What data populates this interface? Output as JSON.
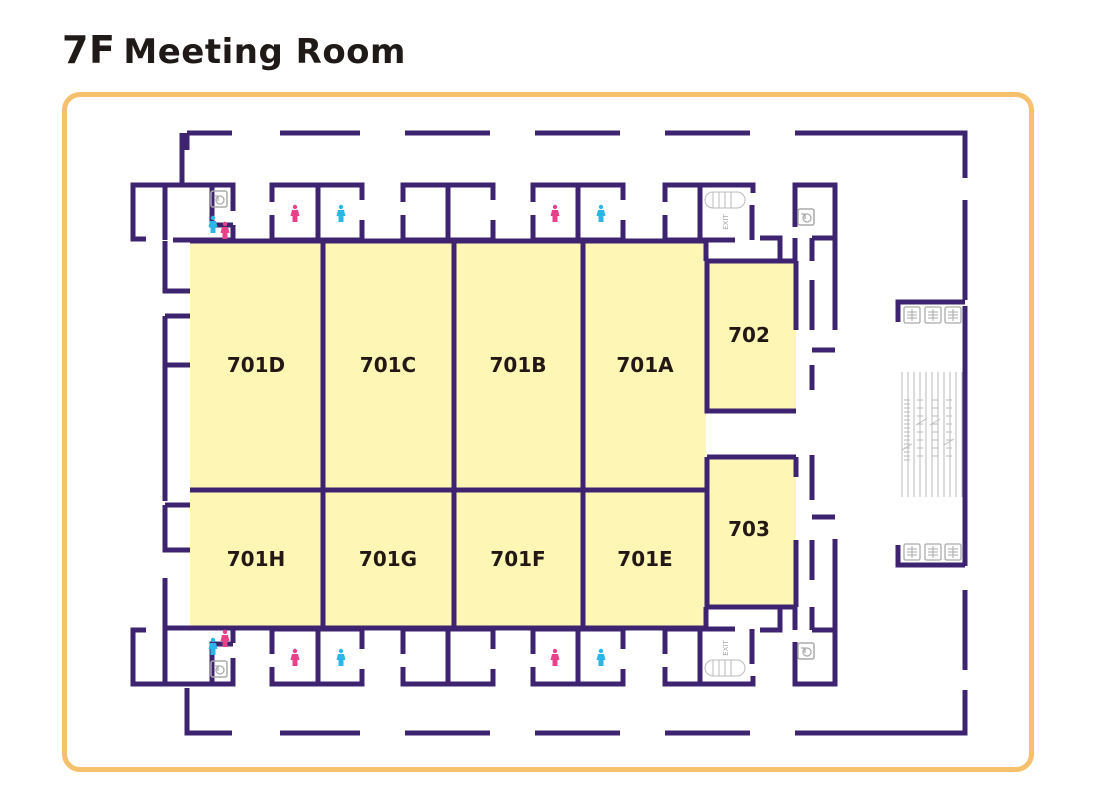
{
  "title": {
    "floor": "7F",
    "name": "Meeting Room"
  },
  "rooms": {
    "r701D": "701D",
    "r701C": "701C",
    "r701B": "701B",
    "r701A": "701A",
    "r701H": "701H",
    "r701G": "701G",
    "r701F": "701F",
    "r701E": "701E",
    "r702": "702",
    "r703": "703"
  },
  "exit_label": "EXIT",
  "colors": {
    "wall": "#3e2470",
    "room": "#fdf6b4",
    "frame": "#f6c06c",
    "female": "#e8418a",
    "male": "#2bb6ea",
    "icon_gray": "#aaaaaa"
  },
  "icons": [
    "female-restroom-icon",
    "male-restroom-icon",
    "accessible-restroom-icon",
    "stairs-icon",
    "elevator-icon",
    "escalator-icon"
  ]
}
